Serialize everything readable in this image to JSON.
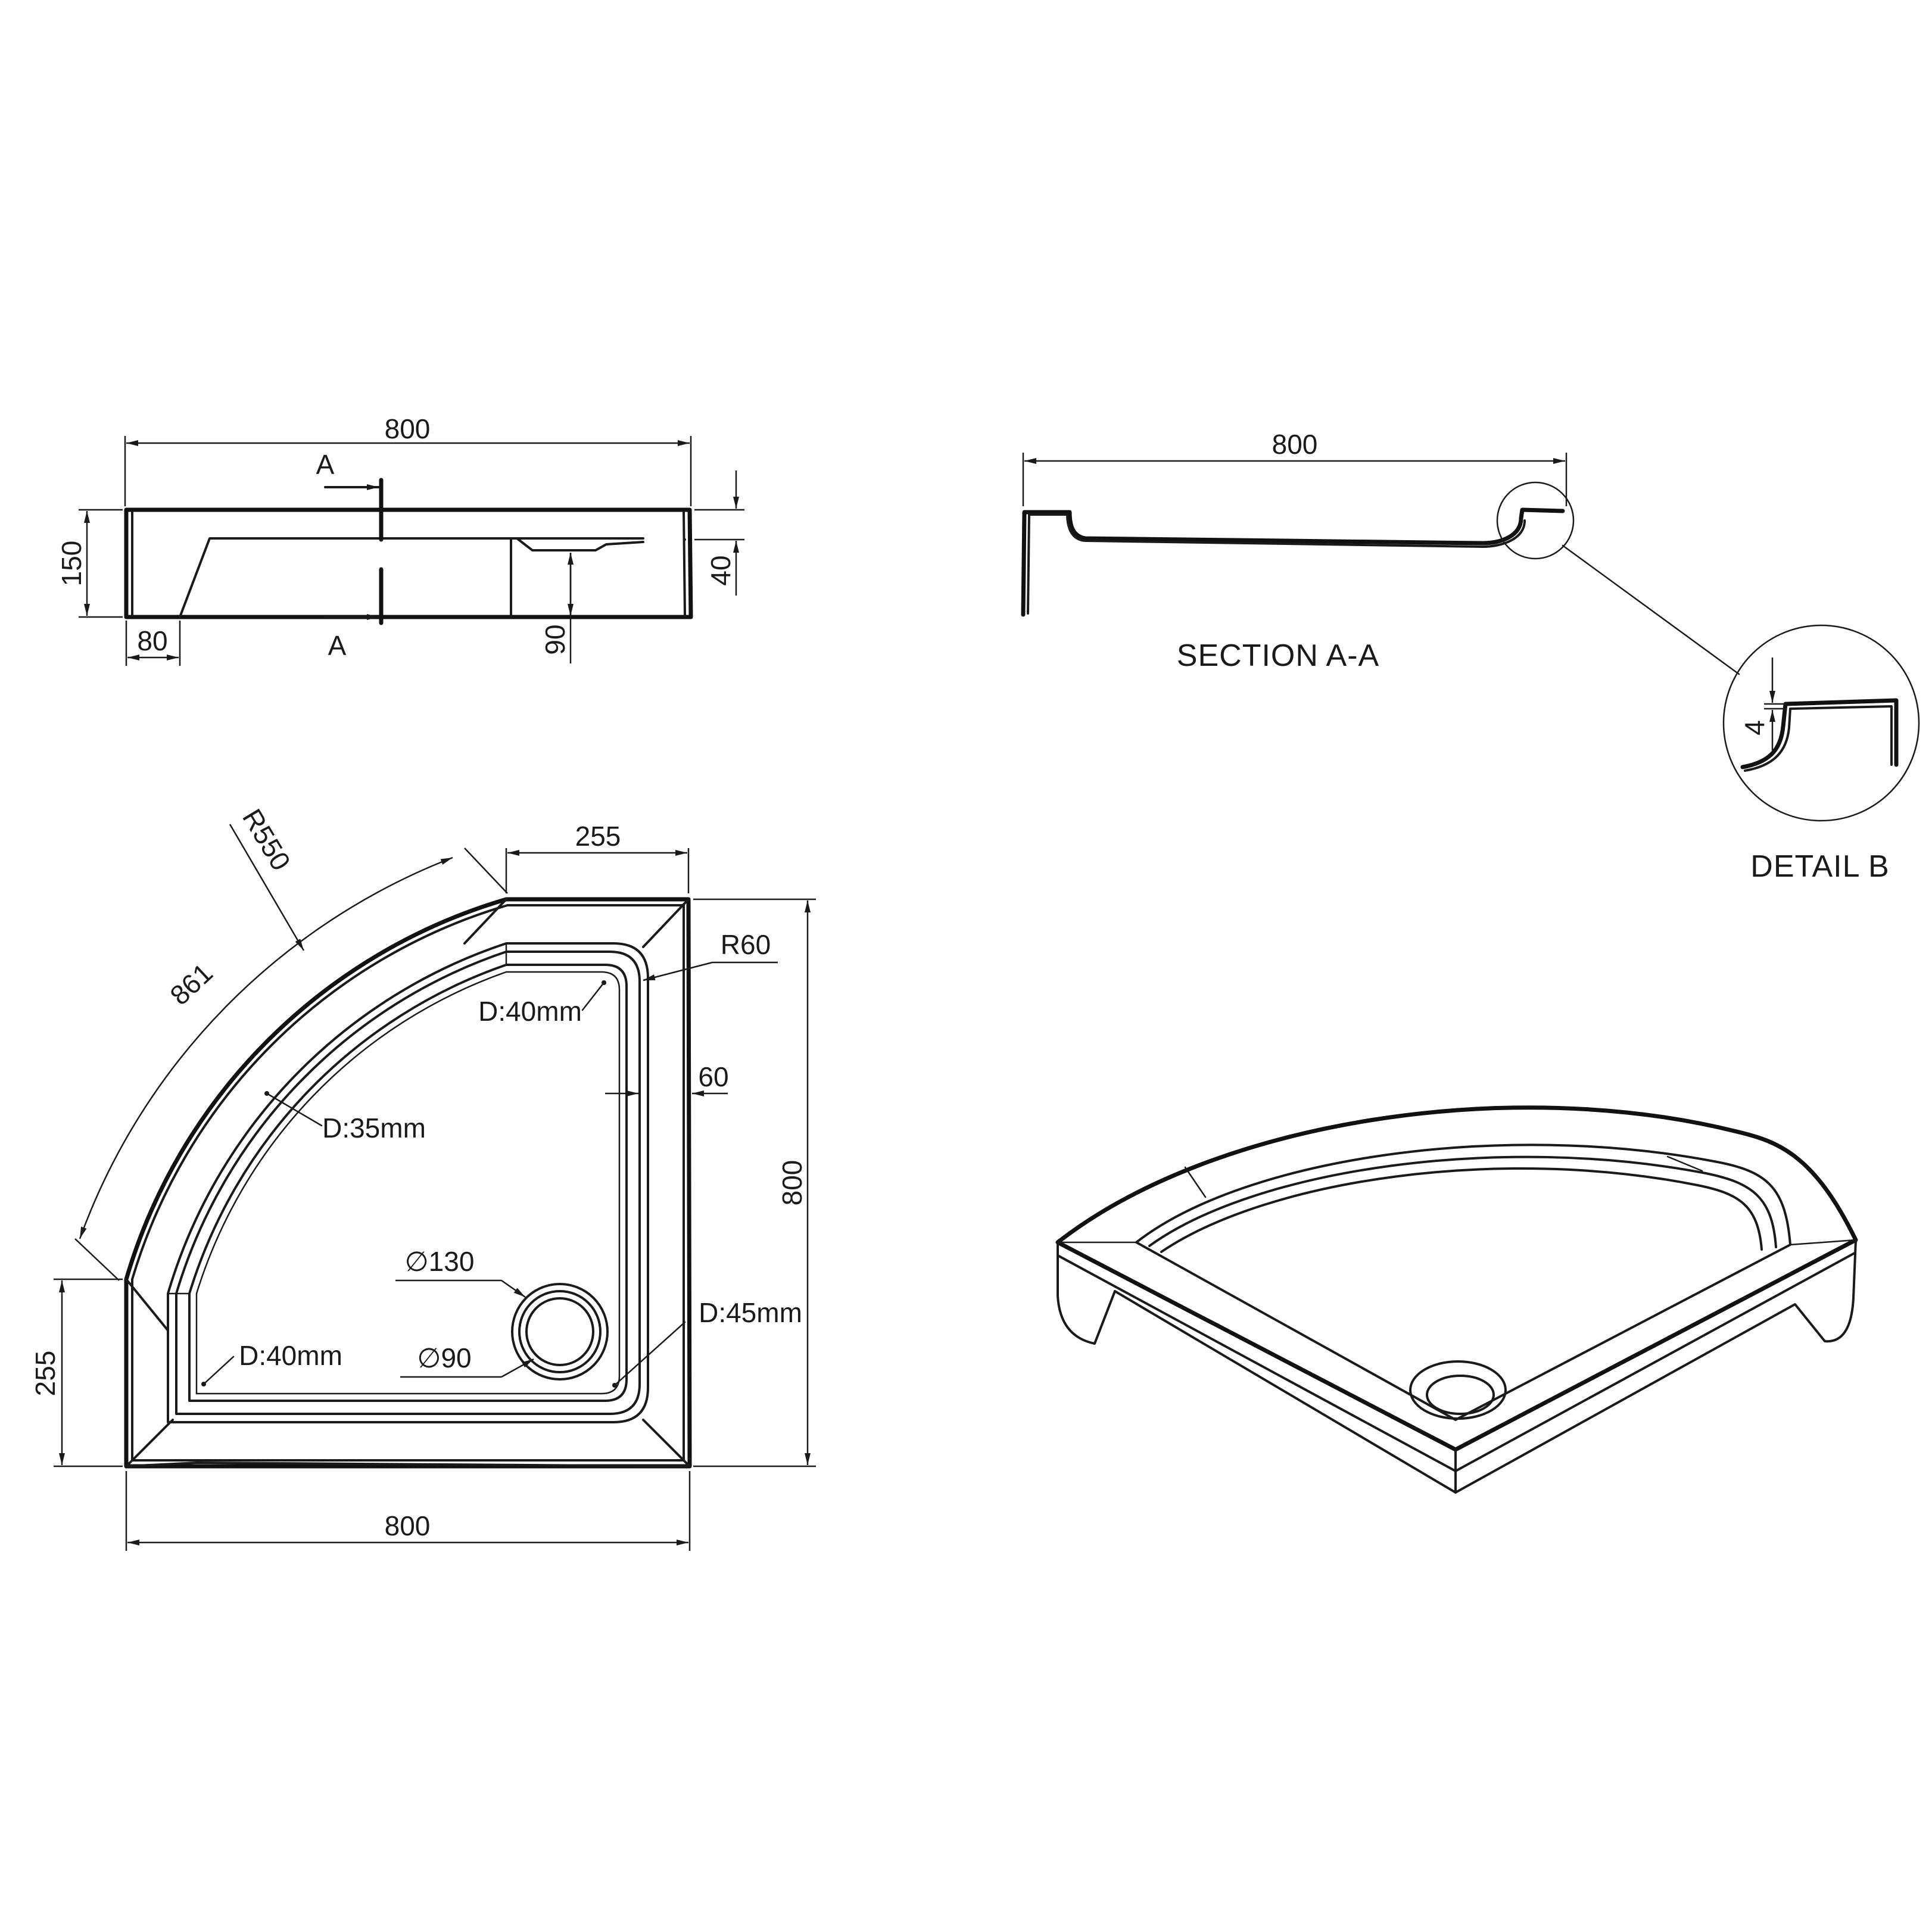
{
  "colors": {
    "line": "#1a1a1a",
    "background": "#ffffff"
  },
  "side_view": {
    "width_label": "800",
    "height_label": "150",
    "foot_label": "80",
    "depth_label": "40",
    "drain_label": "90",
    "section_marker_top": "A",
    "section_marker_bottom": "A"
  },
  "section_view": {
    "width_label": "800",
    "caption": "SECTION A-A"
  },
  "detail_view": {
    "thickness_label": "4",
    "caption": "DETAIL B"
  },
  "plan_view": {
    "arc_radius_label": "R550",
    "arc_length_label": "861",
    "top_straight_label": "255",
    "left_straight_label": "255",
    "corner_radius_label": "R60",
    "rim_width_label": "60",
    "height_label": "800",
    "width_label": "800",
    "outer_waste_label": "∅130",
    "inner_waste_label": "∅90",
    "note_top_right": "D:40mm",
    "note_arc": "D:35mm",
    "note_bottom_left": "D:40mm",
    "note_right": "D:45mm"
  },
  "iso_view": {}
}
